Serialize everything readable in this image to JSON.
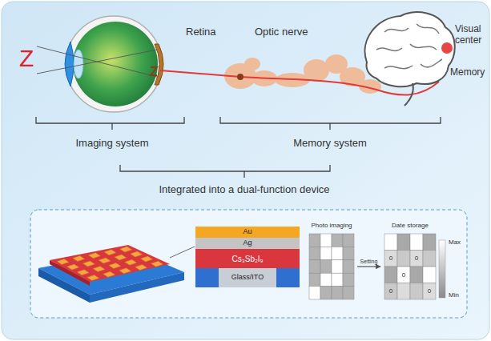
{
  "diagram": {
    "nodes": [
      {
        "text": [
          "Au"
        ]
      },
      {
        "text": [
          "Ag"
        ]
      },
      {
        "text": [
          "Cs₃Sb₂I₉"
        ]
      },
      {
        "text": [
          "Glass/ITO"
        ]
      },
      {
        "text": [
          "Photo imaging"
        ]
      },
      {
        "text": [
          "Date storage"
        ]
      }
    ],
    "edges": [
      {
        "from": 4,
        "to": 5,
        "arrow": "to",
        "label": "Setting"
      }
    ],
    "labels": [
      "Z",
      "Retina",
      "Optic nerve",
      "Visual center",
      "Memory",
      "Imaging system",
      "Memory system",
      "Integrated into a dual-function device",
      "0",
      "0",
      "0",
      "0",
      "0",
      "Max",
      "Min"
    ]
  }
}
